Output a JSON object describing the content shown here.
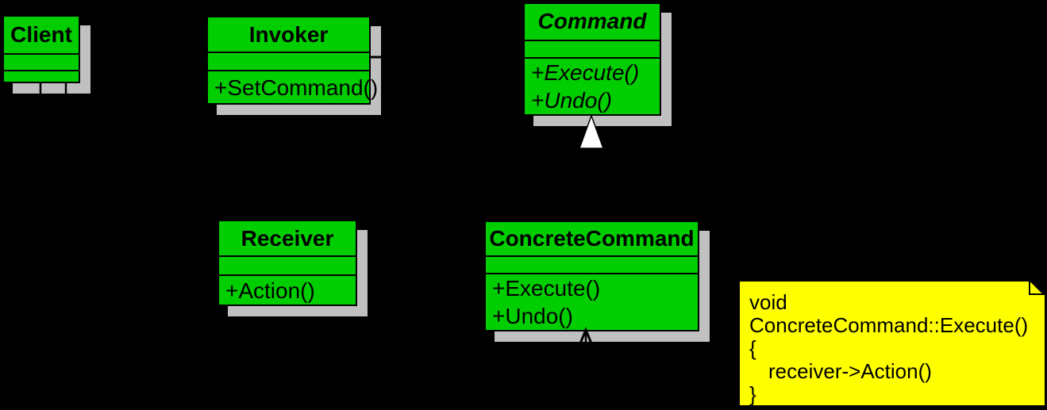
{
  "colors": {
    "background": "#000000",
    "class_fill": "#00CE00",
    "shadow": "#C0C0C0",
    "note_fill": "#FFFF00",
    "line": "#000000",
    "inheritance_triangle": "#FFFFFF"
  },
  "classes": {
    "client": {
      "title": "Client",
      "methods": []
    },
    "invoker": {
      "title": "Invoker",
      "methods": [
        "+SetCommand()"
      ]
    },
    "command": {
      "title": "Command",
      "methods": [
        "+Execute()",
        "+Undo()"
      ]
    },
    "receiver": {
      "title": "Receiver",
      "methods": [
        "+Action()"
      ]
    },
    "concrete_command": {
      "title": "ConcreteCommand",
      "methods": [
        "+Execute()",
        "+Undo()"
      ]
    }
  },
  "note": {
    "lines": [
      "void",
      "ConcreteCommand::Execute()",
      "{",
      "receiver->Action()",
      "}"
    ]
  }
}
